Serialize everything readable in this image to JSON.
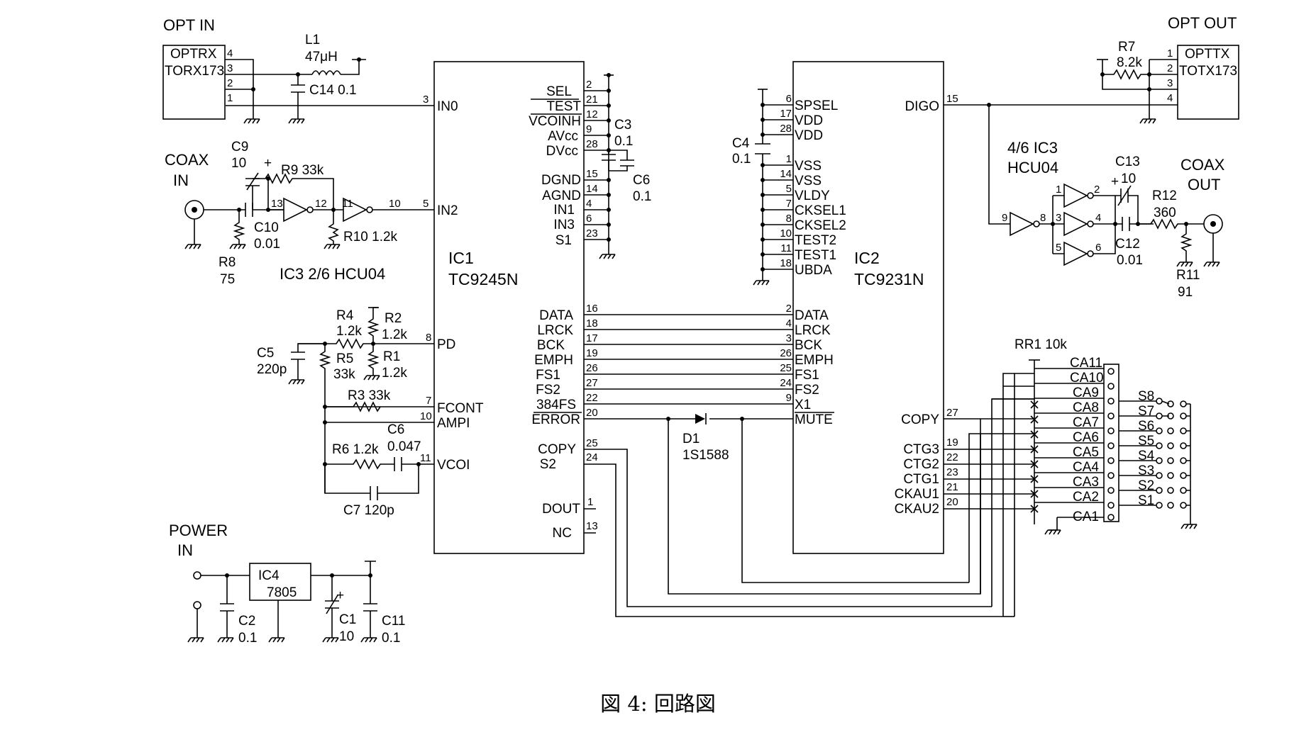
{
  "caption": "図 4: 回路図",
  "sections": {
    "opt_in": "OPT IN",
    "opt_out": "OPT OUT",
    "coax_in_1": "COAX",
    "coax_in_2": "IN",
    "coax_out_1": "COAX",
    "coax_out_2": "OUT",
    "power_1": "POWER",
    "power_2": "IN"
  },
  "connectors": {
    "optrx_1": "OPTRX",
    "optrx_2": "TORX173",
    "optrx_pins": [
      "4",
      "3",
      "2",
      "1"
    ],
    "opttx_1": "OPTTX",
    "opttx_2": "TOTX173",
    "opttx_pins": [
      "1",
      "2",
      "3",
      "4"
    ]
  },
  "ic1": {
    "ref": "IC1",
    "part": "TC9245N",
    "left_pins": [
      {
        "num": "3",
        "name": "IN0"
      },
      {
        "num": "5",
        "name": "IN2"
      },
      {
        "num": "8",
        "name": "PD"
      },
      {
        "num": "7",
        "name": "FCONT"
      },
      {
        "num": "10",
        "name": "AMPI"
      },
      {
        "num": "11",
        "name": "VCOI"
      }
    ],
    "right_top": [
      {
        "num": "2",
        "name": "SEL"
      },
      {
        "num": "21",
        "name": "TEST"
      },
      {
        "num": "12",
        "name": "VCOINH"
      },
      {
        "num": "9",
        "name": "AVcc"
      },
      {
        "num": "28",
        "name": "DVcc"
      },
      {
        "num": "15",
        "name": "DGND"
      },
      {
        "num": "14",
        "name": "AGND"
      },
      {
        "num": "4",
        "name": "IN1"
      },
      {
        "num": "6",
        "name": "IN3"
      },
      {
        "num": "23",
        "name": "S1"
      }
    ],
    "right_bus": [
      {
        "num": "16",
        "name": "DATA"
      },
      {
        "num": "18",
        "name": "LRCK"
      },
      {
        "num": "17",
        "name": "BCK"
      },
      {
        "num": "19",
        "name": "EMPH"
      },
      {
        "num": "26",
        "name": "FS1"
      },
      {
        "num": "27",
        "name": "FS2"
      },
      {
        "num": "22",
        "name": "384FS"
      },
      {
        "num": "20",
        "name": "ERROR"
      }
    ],
    "right_bottom": [
      {
        "num": "25",
        "name": "COPY"
      },
      {
        "num": "24",
        "name": "S2"
      },
      {
        "num": "1",
        "name": "DOUT"
      },
      {
        "num": "13",
        "name": "NC"
      }
    ]
  },
  "ic2": {
    "ref": "IC2",
    "part": "TC9231N",
    "left_top": [
      {
        "num": "6",
        "name": "SPSEL"
      },
      {
        "num": "17",
        "name": "VDD"
      },
      {
        "num": "28",
        "name": "VDD"
      },
      {
        "num": "1",
        "name": "VSS"
      },
      {
        "num": "14",
        "name": "VSS"
      },
      {
        "num": "5",
        "name": "VLDY"
      },
      {
        "num": "7",
        "name": "CKSEL1"
      },
      {
        "num": "8",
        "name": "CKSEL2"
      },
      {
        "num": "10",
        "name": "TEST2"
      },
      {
        "num": "11",
        "name": "TEST1"
      },
      {
        "num": "18",
        "name": "UBDA"
      }
    ],
    "left_bus": [
      {
        "num": "2",
        "name": "DATA"
      },
      {
        "num": "4",
        "name": "LRCK"
      },
      {
        "num": "3",
        "name": "BCK"
      },
      {
        "num": "26",
        "name": "EMPH"
      },
      {
        "num": "25",
        "name": "FS1"
      },
      {
        "num": "24",
        "name": "FS2"
      },
      {
        "num": "9",
        "name": "X1"
      },
      {
        "num": "",
        "name": "MUTE"
      }
    ],
    "digo": {
      "num": "15",
      "name": "DIGO"
    },
    "right_pins": [
      {
        "num": "27",
        "name": "COPY"
      },
      {
        "num": "19",
        "name": "CTG3"
      },
      {
        "num": "22",
        "name": "CTG2"
      },
      {
        "num": "23",
        "name": "CTG1"
      },
      {
        "num": "21",
        "name": "CKAU1"
      },
      {
        "num": "20",
        "name": "CKAU2"
      }
    ]
  },
  "ic4": {
    "ref": "IC4",
    "part": "7805"
  },
  "gates": {
    "ic3a_label": "IC3 2/6 HCU04",
    "ic3a_pins": [
      "13",
      "12",
      "11",
      "10"
    ],
    "ic3b_label_1": "4/6 IC3",
    "ic3b_label_2": "HCU04",
    "ic3b_pins": [
      "9",
      "8",
      "1",
      "2",
      "3",
      "4",
      "5",
      "6"
    ]
  },
  "parts": {
    "L1": "L1",
    "L1v": "47μH",
    "C14": "C14 0.1",
    "C9": "C9",
    "C9v": "10",
    "R9": "R9 33k",
    "C10": "C10",
    "C10v": "0.01",
    "R8": "R8",
    "R8v": "75",
    "R10": "R10 1.2k",
    "R4": "R4",
    "R4v": "1.2k",
    "R2": "R2",
    "R2v": "1.2k",
    "R5": "R5",
    "R5v": "33k",
    "R1": "R1",
    "R1v": "1.2k",
    "C5": "C5",
    "C5v": "220p",
    "R3": "R3 33k",
    "C6a": "C6",
    "C6av": "0.047",
    "R6": "R6 1.2k",
    "C7": "C7 120p",
    "C3": "C3",
    "C3v": "0.1",
    "C6b": "C6",
    "C6bv": "0.1",
    "C4": "C4",
    "C4v": "0.1",
    "D1": "D1",
    "D1v": "1S1588",
    "R7": "R7",
    "R7v": "8.2k",
    "C13": "C13",
    "C13v": "10",
    "R12": "R12",
    "R12v": "360",
    "C12": "C12",
    "C12v": "0.01",
    "R11": "R11",
    "R11v": "91",
    "RR1": "RR1 10k",
    "C2": "C2",
    "C2v": "0.1",
    "C1": "C1",
    "C1v": "10",
    "C11": "C11",
    "C11v": "0.1"
  },
  "rr1_pins": [
    "CA11",
    "CA10",
    "CA9",
    "CA8",
    "CA7",
    "CA6",
    "CA5",
    "CA4",
    "CA3",
    "CA2",
    "CA1"
  ],
  "switches": [
    "S8",
    "S7",
    "S6",
    "S5",
    "S4",
    "S3",
    "S2",
    "S1"
  ]
}
